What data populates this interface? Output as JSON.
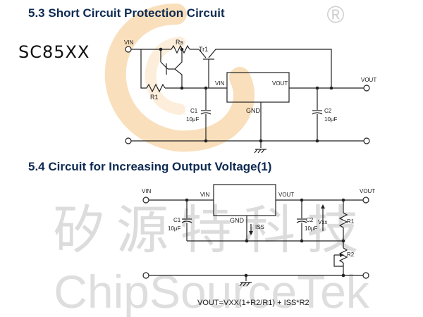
{
  "watermark": {
    "brand_latin": "ChipSourceTek",
    "brand_cjk": "矽源特科技",
    "registered_mark": "®"
  },
  "part_number": "SC85XX",
  "sections": [
    {
      "heading": "5.3  Short Circuit Protection Circuit"
    },
    {
      "heading": "5.4  Circuit for Increasing Output Voltage(1)"
    }
  ],
  "circuit1": {
    "vin": "VIN",
    "vout": "VOUT",
    "rs": "Rs",
    "tr1": "Tr1",
    "r1": "R1",
    "ic_vin": "VIN",
    "ic_vout": "VOUT",
    "ic_gnd": "GND",
    "c1": "C1",
    "c1_value": "10μF",
    "c2": "C2",
    "c2_value": "10μF"
  },
  "circuit2": {
    "vin": "VIN",
    "vout": "VOUT",
    "ic_vin": "VIN",
    "ic_vout": "VOUT",
    "ic_gnd": "GND",
    "c1": "C1",
    "c1_value": "10μF",
    "c2": "C2",
    "c2_value": "10μF",
    "iss": "ISS",
    "vxx": "Vxx",
    "r1": "R1",
    "r2": "R2",
    "formula": "VOUT=VXX(1+R2/R1) + ISS*R2"
  },
  "colors": {
    "heading": "#0d2a52",
    "watermark_logo": "#f5c585"
  }
}
